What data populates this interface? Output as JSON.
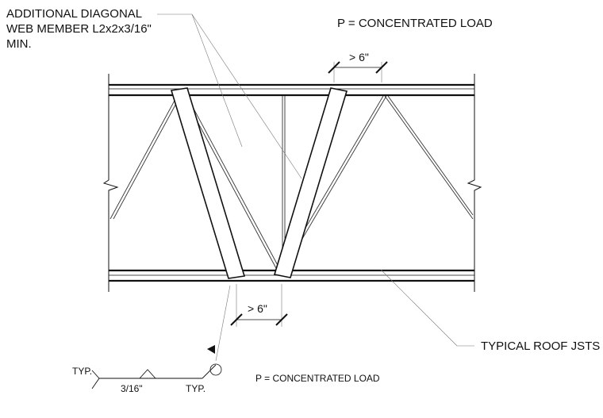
{
  "notes": {
    "additional_web_line1": "ADDITIONAL DIAGONAL",
    "additional_web_line2": "WEB MEMBER L2x2x3/16\"",
    "additional_web_line3": "MIN.",
    "load_top": "P = CONCENTRATED LOAD",
    "typical_joists": "TYPICAL ROOF JSTS",
    "load_bottom": "P = CONCENTRATED LOAD"
  },
  "dimensions": {
    "top_spacing": "> 6\"",
    "bottom_spacing": "> 6\""
  },
  "weld_symbol": {
    "typ_left": "TYP.",
    "typ_right": "TYP.",
    "size": "3/16\""
  }
}
